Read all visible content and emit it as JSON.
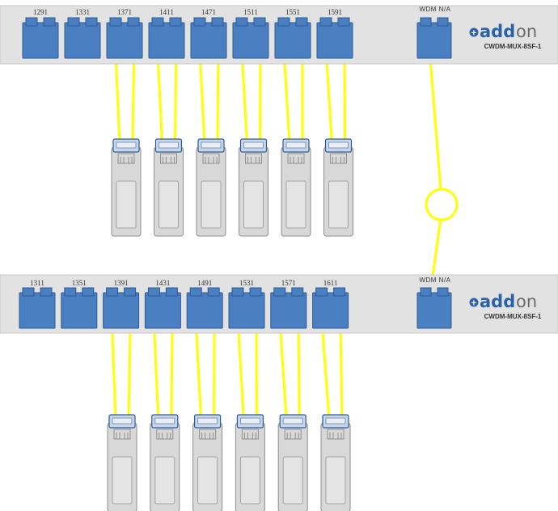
{
  "colors": {
    "chassis": "#e2e2e2",
    "chassis_edge": "#c9c9c9",
    "port": "#4a7fc1",
    "port_edge": "#2d5a94",
    "fiber": "#ffff00",
    "transceiver": "#d8d8d8",
    "transceiver_edge": "#8f8f8f",
    "logo_blue": "#2a62a8",
    "logo_gray": "#6b6b6b"
  },
  "brand": {
    "mark": "+",
    "text_add": "add",
    "text_on": "on"
  },
  "units": [
    {
      "id": "top",
      "model": "CWDM-MUX-8SF-1",
      "common_label": "WDM N/A",
      "ports": [
        {
          "label": "1291",
          "connected": false
        },
        {
          "label": "1331",
          "connected": false
        },
        {
          "label": "1371",
          "connected": true
        },
        {
          "label": "1411",
          "connected": true
        },
        {
          "label": "1471",
          "connected": true
        },
        {
          "label": "1511",
          "connected": true
        },
        {
          "label": "1551",
          "connected": true
        },
        {
          "label": "1591",
          "connected": true
        }
      ]
    },
    {
      "id": "bottom",
      "model": "CWDM-MUX-8SF-1",
      "common_label": "WDM N/A",
      "ports": [
        {
          "label": "1311",
          "connected": false
        },
        {
          "label": "1351",
          "connected": false
        },
        {
          "label": "1391",
          "connected": true
        },
        {
          "label": "1431",
          "connected": true
        },
        {
          "label": "1491",
          "connected": true
        },
        {
          "label": "1531",
          "connected": true
        },
        {
          "label": "1571",
          "connected": true
        },
        {
          "label": "1611",
          "connected": true
        }
      ]
    }
  ]
}
